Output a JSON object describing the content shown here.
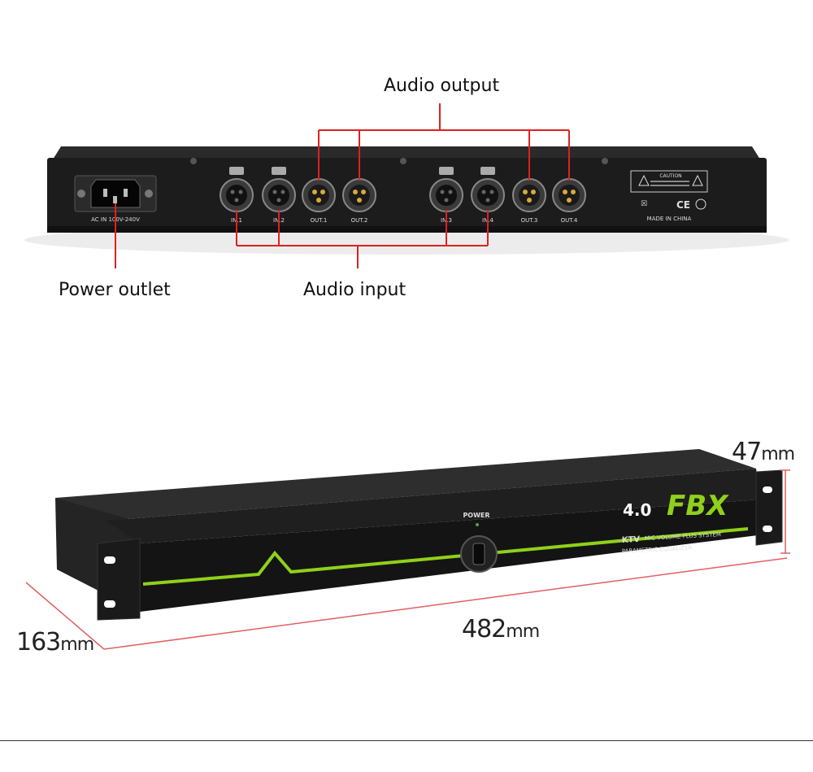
{
  "callouts": {
    "audio_output": "Audio output",
    "power_outlet": "Power outlet",
    "audio_input": "Audio input"
  },
  "rear_panel": {
    "ac_label": "AC IN 100V-240V",
    "ports": [
      "IN.1",
      "IN.2",
      "OUT.1",
      "OUT.2",
      "IN.3",
      "IN.4",
      "OUT.3",
      "OUT.4"
    ],
    "caution": "CAUTION",
    "made_in": "MADE IN CHINA",
    "ce": "CE"
  },
  "front_panel": {
    "version": "4.0",
    "brand": "FBX",
    "power": "POWER",
    "line1": "KTV",
    "line1b": "MIC VOLUME PLUS SYSTEM",
    "line2": "PARAMETRIC EQUALIZER"
  },
  "dimensions": {
    "height": "47",
    "width": "482",
    "depth": "163",
    "unit": "mm"
  },
  "colors": {
    "callout_line": "#e02020",
    "dimension_line": "#e06060",
    "accent_green": "#8fd11a",
    "chassis": "#1c1c1c"
  }
}
